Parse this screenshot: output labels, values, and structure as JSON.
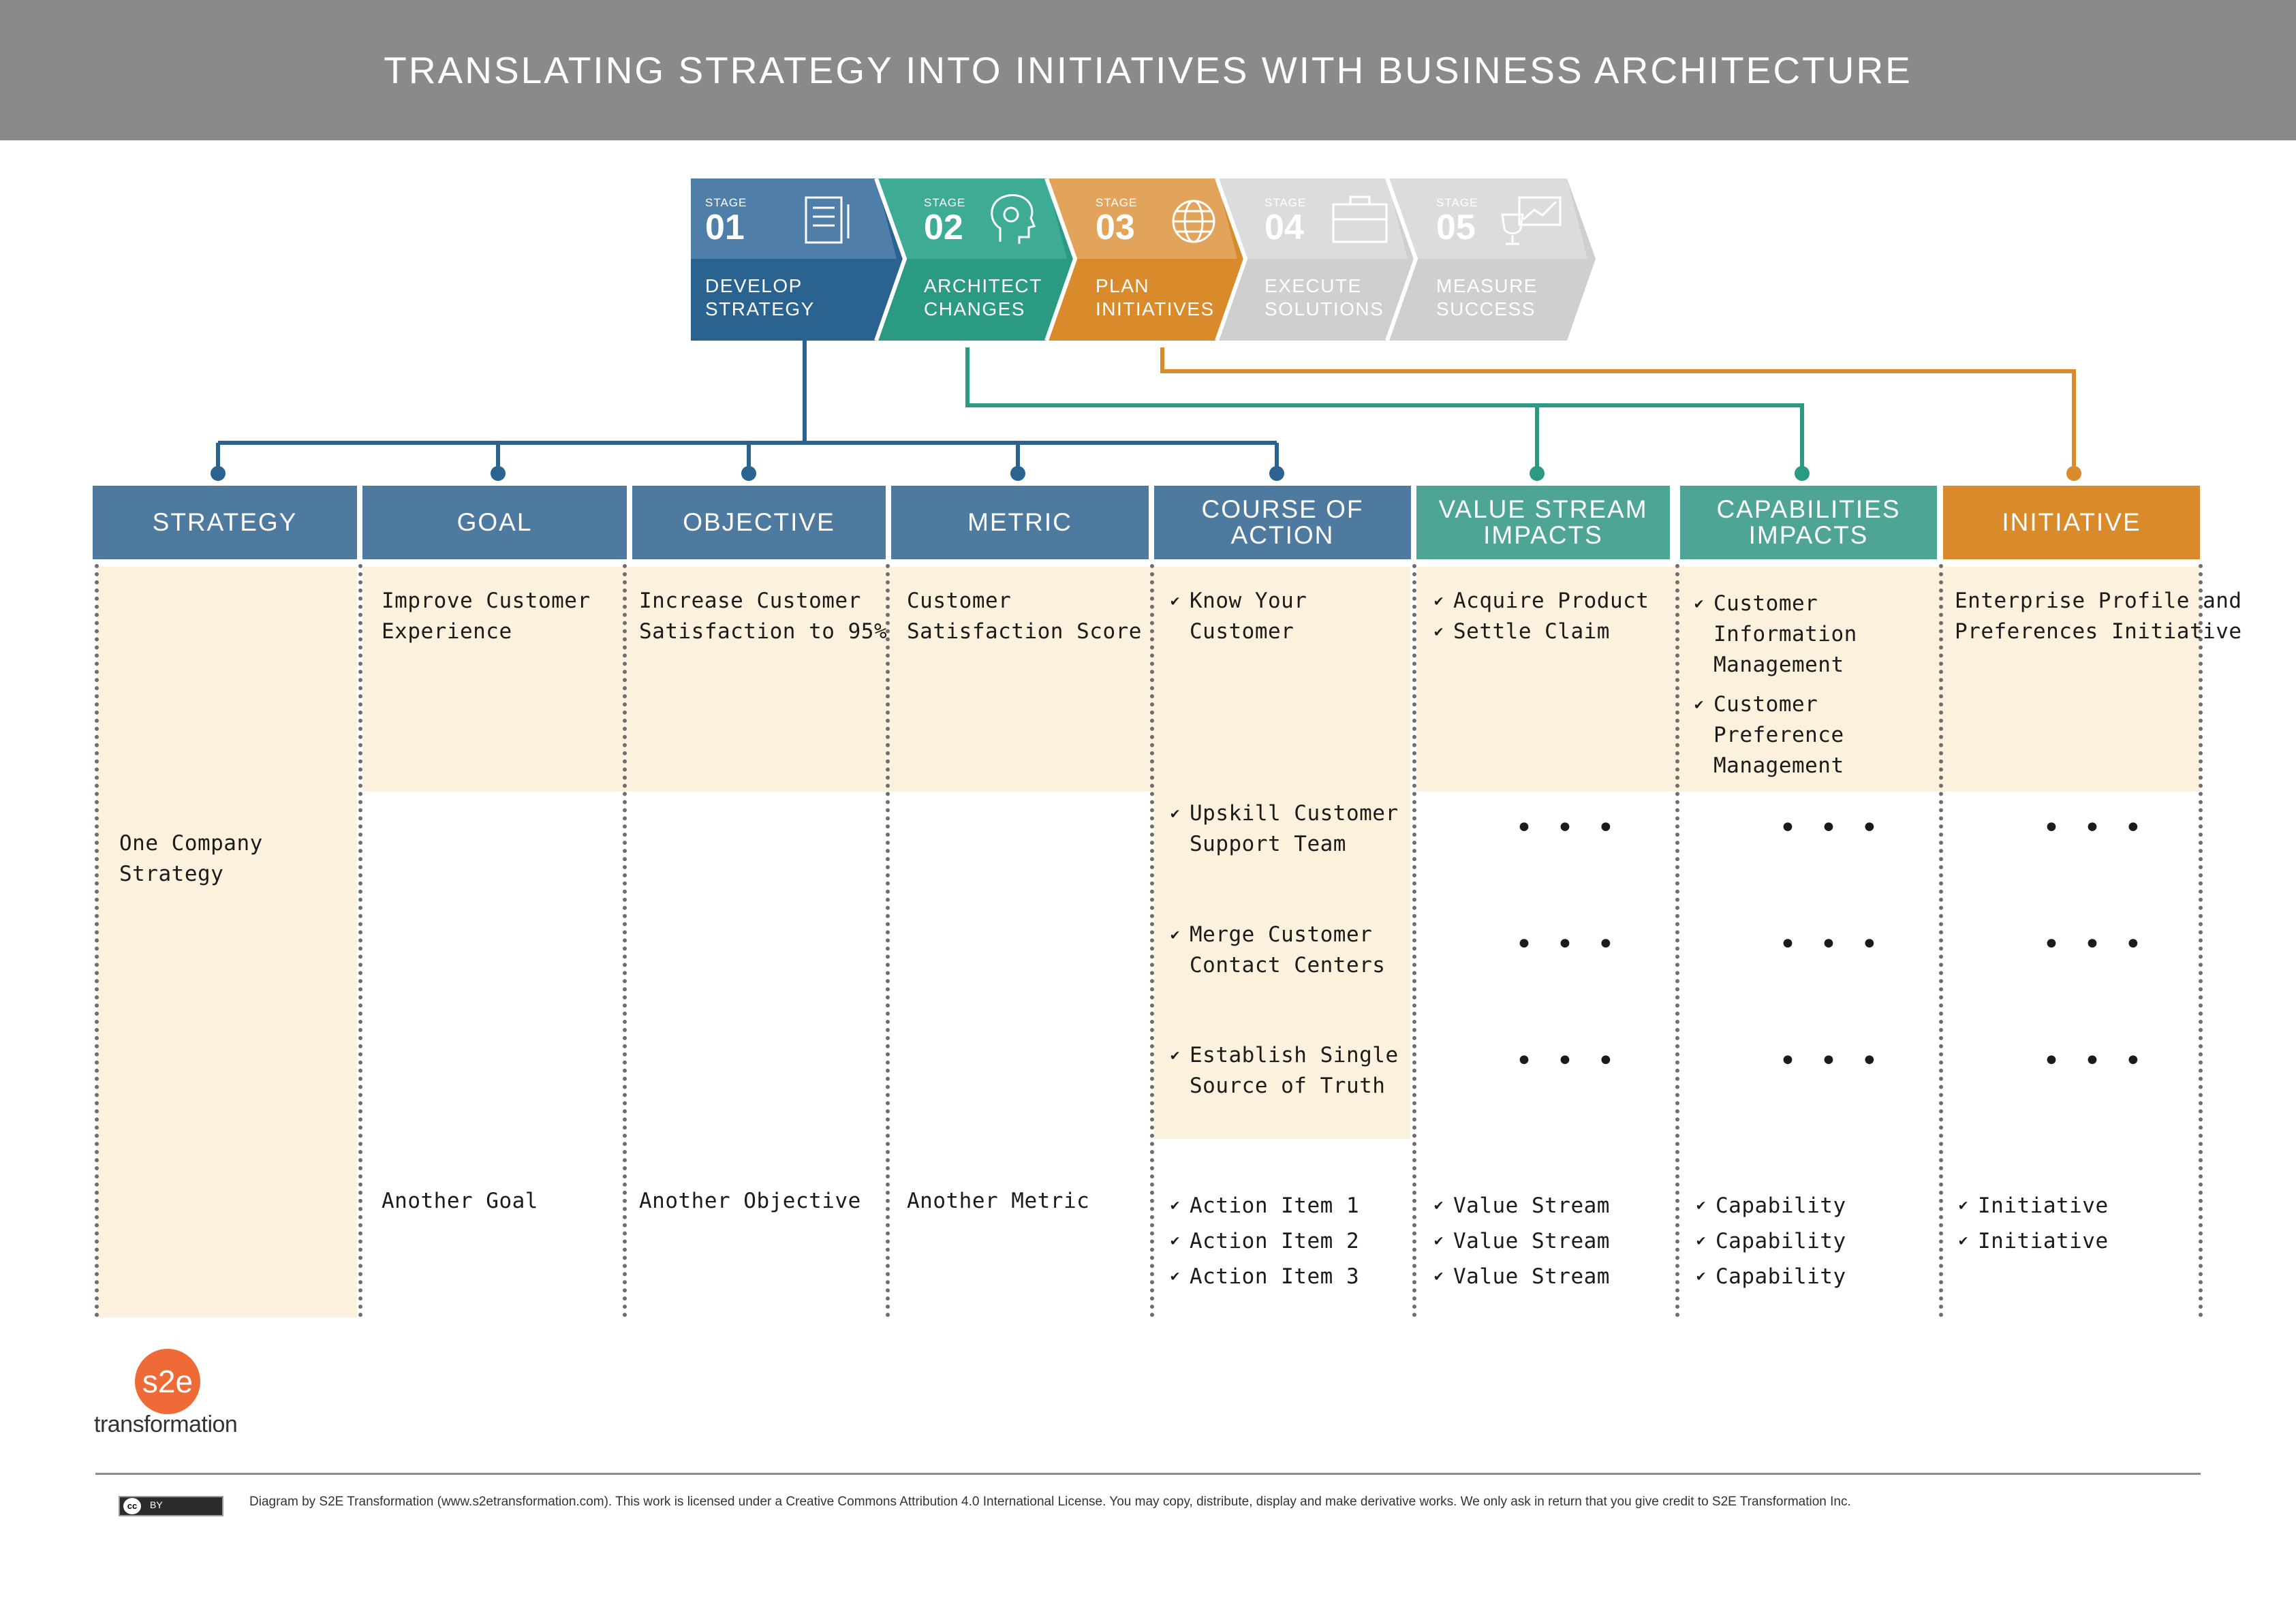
{
  "header": {
    "title": "TRANSLATING STRATEGY INTO INITIATIVES WITH BUSINESS ARCHITECTURE"
  },
  "stages": [
    {
      "label": "STAGE",
      "number": "01",
      "name_line1": "DEVELOP",
      "name_line2": "STRATEGY",
      "color": "#2a6290",
      "icon": "document-icon"
    },
    {
      "label": "STAGE",
      "number": "02",
      "name_line1": "ARCHITECT",
      "name_line2": "CHANGES",
      "color": "#2b9a82",
      "icon": "brain-gear-icon"
    },
    {
      "label": "STAGE",
      "number": "03",
      "name_line1": "PLAN",
      "name_line2": "INITIATIVES",
      "color": "#d98a2a",
      "icon": "globe-icon"
    },
    {
      "label": "STAGE",
      "number": "04",
      "name_line1": "EXECUTE",
      "name_line2": "SOLUTIONS",
      "color": "#cfcfcf",
      "icon": "briefcase-icon"
    },
    {
      "label": "STAGE",
      "number": "05",
      "name_line1": "MEASURE",
      "name_line2": "SUCCESS",
      "color": "#cfcfcf",
      "icon": "trophy-chart-icon"
    }
  ],
  "columns": {
    "strategy": "STRATEGY",
    "goal": "GOAL",
    "objective": "OBJECTIVE",
    "metric": "METRIC",
    "course_of_action": {
      "line1": "COURSE OF",
      "line2": "ACTION"
    },
    "value_stream": {
      "line1": "VALUE STREAM",
      "line2": "IMPACTS"
    },
    "capabilities": {
      "line1": "CAPABILITIES",
      "line2": "IMPACTS"
    },
    "initiative": "INITIATIVE"
  },
  "colors": {
    "blue": "#4e7aa0",
    "teal": "#4ea595",
    "orange": "#d98a2a",
    "highlight": "#fcf1dc"
  },
  "strategy": {
    "line1": "One Company",
    "line2": "Strategy"
  },
  "goal": {
    "line1": "Improve Customer",
    "line2": "Experience",
    "another": "Another Goal"
  },
  "objective": {
    "line1": "Increase Customer",
    "line2": "Satisfaction to 95%",
    "another": "Another Objective"
  },
  "metric": {
    "line1": "Customer",
    "line2": "Satisfaction Score",
    "another": "Another Metric"
  },
  "course_of_action": {
    "items": [
      {
        "line1": "Know Your",
        "line2": "Customer"
      },
      {
        "line1": "Upskill Customer",
        "line2": "Support Team"
      },
      {
        "line1": "Merge Customer",
        "line2": "Contact Centers"
      },
      {
        "line1": "Establish Single",
        "line2": "Source of Truth"
      }
    ],
    "more": [
      "Action Item 1",
      "Action Item 2",
      "Action Item 3"
    ]
  },
  "value_stream": {
    "items": [
      "Acquire Product",
      "Settle Claim"
    ],
    "more": [
      "Value Stream",
      "Value Stream",
      "Value Stream"
    ]
  },
  "capabilities": {
    "items": [
      {
        "line1": "Customer",
        "line2": "Information",
        "line3": "Management"
      },
      {
        "line1": "Customer",
        "line2": "Preference",
        "line3": "Management"
      }
    ],
    "more": [
      "Capability",
      "Capability",
      "Capability"
    ]
  },
  "initiative": {
    "line1": "Enterprise Profile and",
    "line2": "Preferences Initiative",
    "more": [
      "Initiative",
      "Initiative"
    ]
  },
  "ellipsis": "• • •",
  "logo": {
    "mark": "s2e",
    "word": "transformation"
  },
  "license_badge": {
    "cc": "cc",
    "by": "BY"
  },
  "footer": {
    "text": "Diagram by S2E Transformation (www.s2etransformation.com). This work is licensed under a Creative Commons Attribution 4.0 International License. You may copy, distribute, display and make derivative works. We only ask in return that you give credit to S2E Transformation Inc."
  }
}
